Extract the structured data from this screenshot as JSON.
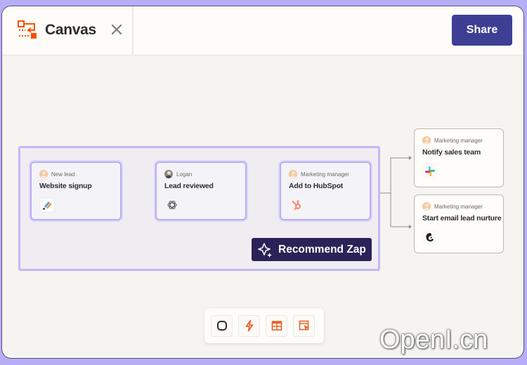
{
  "tab": {
    "title": "Canvas",
    "logo_icon": "canvas-flow-icon",
    "close_icon": "close-icon"
  },
  "header": {
    "share_label": "Share"
  },
  "colors": {
    "accent_dark": "#2b2358",
    "share_button": "#3c3f94",
    "group_border": "#c3b9f5",
    "brand_orange": "#ff4f00",
    "frame": "#b6aef6"
  },
  "group": {
    "nodes": [
      {
        "role": "New lead",
        "title": "Website signup",
        "avatar": "user-avatar",
        "app_icon": "form-app-icon"
      },
      {
        "role": "Logan",
        "title": "Lead reviewed",
        "avatar": "photo-avatar",
        "app_icon": "openai-icon"
      },
      {
        "role": "Marketing manager",
        "title": "Add to HubSpot",
        "avatar": "user-avatar",
        "app_icon": "hubspot-icon"
      }
    ],
    "recommend_label": "Recommend Zap",
    "recommend_icon": "sparkle-icon"
  },
  "branches": [
    {
      "role": "Marketing manager",
      "title": "Notify sales team",
      "avatar": "user-avatar",
      "app_icon": "slack-icon"
    },
    {
      "role": "Marketing manager",
      "title": "Start email lead nurture",
      "avatar": "user-avatar",
      "app_icon": "mailchimp-icon"
    }
  ],
  "toolbar": {
    "tools": [
      {
        "name": "shape-tool",
        "icon": "rounded-square-icon"
      },
      {
        "name": "zap-tool",
        "icon": "lightning-icon"
      },
      {
        "name": "table-tool",
        "icon": "table-icon"
      },
      {
        "name": "interface-tool",
        "icon": "interface-cursor-icon"
      }
    ]
  },
  "watermark": "OpenI.cn"
}
